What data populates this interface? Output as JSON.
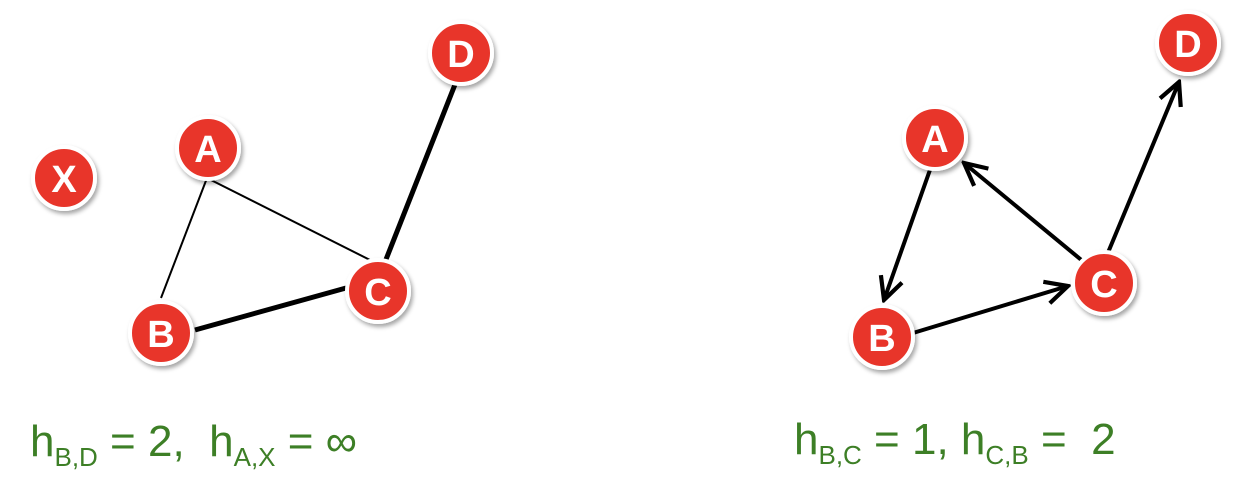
{
  "colors": {
    "node_fill": "#e8352a",
    "node_stroke": "#ffffff",
    "edge": "#000000",
    "formula": "#3d7f26"
  },
  "left_graph": {
    "type": "undirected",
    "nodes": [
      "X",
      "A",
      "B",
      "C",
      "D"
    ],
    "edges": [
      {
        "from": "A",
        "to": "B",
        "weight": "thin"
      },
      {
        "from": "A",
        "to": "C",
        "weight": "thin"
      },
      {
        "from": "B",
        "to": "C",
        "weight": "thick"
      },
      {
        "from": "C",
        "to": "D",
        "weight": "thick"
      }
    ],
    "formula": {
      "h1": "h",
      "sub1": "B,D",
      "eq1": " = 2,  ",
      "h2": "h",
      "sub2": "A,X",
      "eq2": " = ∞"
    }
  },
  "right_graph": {
    "type": "directed",
    "nodes": [
      "A",
      "B",
      "C",
      "D"
    ],
    "edges": [
      {
        "from": "A",
        "to": "B"
      },
      {
        "from": "B",
        "to": "C"
      },
      {
        "from": "C",
        "to": "A"
      },
      {
        "from": "C",
        "to": "D"
      }
    ],
    "formula": {
      "h1": "h",
      "sub1": "B,C",
      "eq1": " = 1, ",
      "h2": "h",
      "sub2": "C,B",
      "eq2": " =  2"
    }
  }
}
